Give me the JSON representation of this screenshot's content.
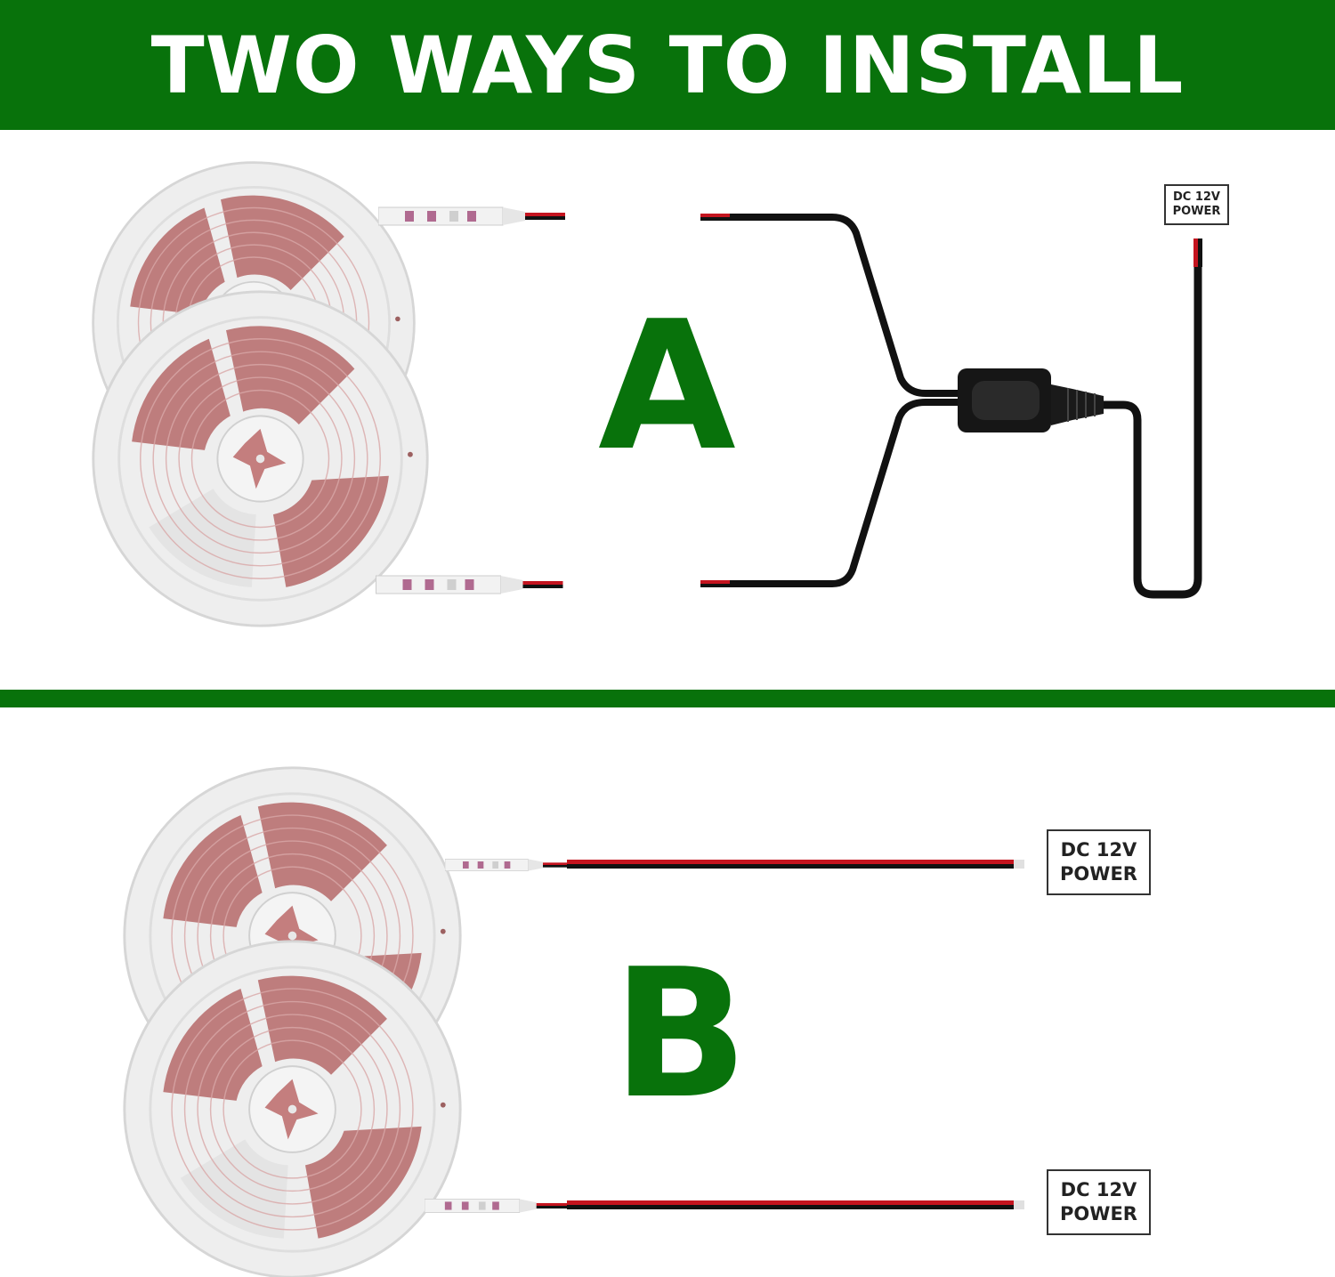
{
  "banner": {
    "title": "TWO WAYS TO INSTALL",
    "background_color": "#08720b",
    "text_color": "#ffffff"
  },
  "section_divider_color": "#08720b",
  "method_a": {
    "letter": "A",
    "letter_color": "#08720b",
    "power_label": {
      "line1": "DC 12V",
      "line2": "POWER"
    }
  },
  "method_b": {
    "letter": "B",
    "letter_color": "#08720b",
    "power_labels": [
      {
        "line1": "DC 12V",
        "line2": "POWER"
      },
      {
        "line1": "DC 12V",
        "line2": "POWER"
      }
    ]
  },
  "icons": {
    "reel": "led-strip-reel-icon",
    "splitter": "y-splitter-cable-icon",
    "wire": "red-black-wire-icon"
  }
}
